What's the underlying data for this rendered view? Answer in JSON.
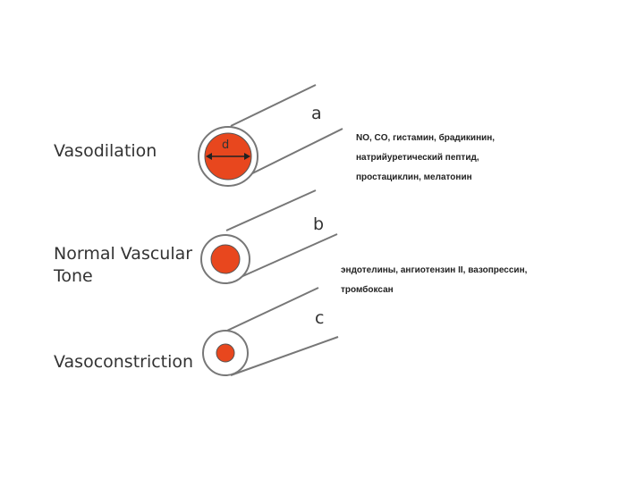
{
  "states": [
    {
      "id": "a",
      "label": "Vasodilation",
      "letter": "a"
    },
    {
      "id": "b",
      "label": "Normal Vascular Tone",
      "letter": "b"
    },
    {
      "id": "c",
      "label": "Vasoconstriction",
      "letter": "c"
    }
  ],
  "diameter_label": "d",
  "vasodilators": [
    "NO, CO, гистамин, брадикинин,",
    "натрийуретический пептид,",
    "простациклин, мелатонин"
  ],
  "vasoconstrictors": [
    "эндотелины, ангиотензин II, вазопрессин,",
    "тромбоксан"
  ],
  "colors": {
    "lumen": "#e8471e",
    "outline": "#777777",
    "text": "#333333"
  }
}
